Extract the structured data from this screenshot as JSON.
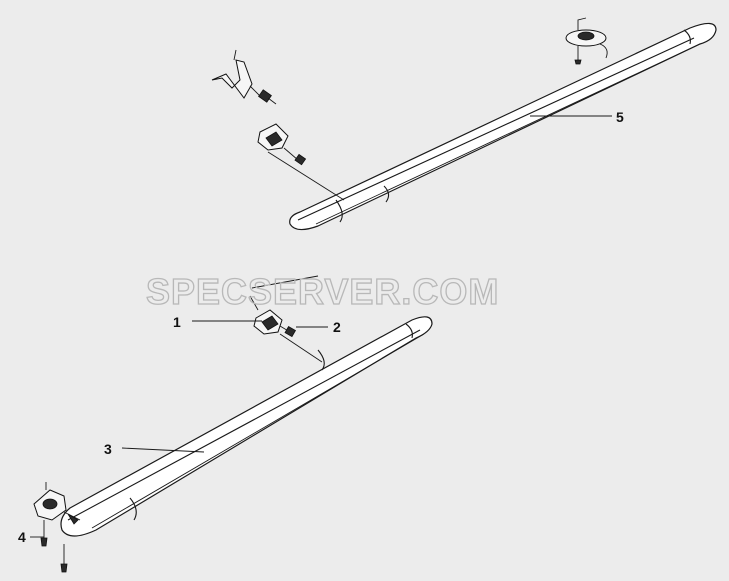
{
  "diagram": {
    "watermark": "SPECSERVER.COM",
    "callouts": [
      {
        "id": "1",
        "label": "1"
      },
      {
        "id": "2",
        "label": "2"
      },
      {
        "id": "3",
        "label": "3"
      },
      {
        "id": "4",
        "label": "4"
      },
      {
        "id": "5",
        "label": "5"
      }
    ],
    "colors": {
      "background": "#ececec",
      "line": "#1a1a1a",
      "part_fill": "#ffffff",
      "watermark": "#b8b8b8"
    }
  }
}
